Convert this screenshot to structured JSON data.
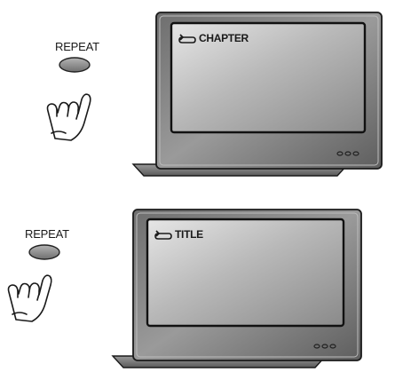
{
  "panels": [
    {
      "button_label": "REPEAT",
      "screen_mode": "CHAPTER",
      "screen_icon": "repeat-arrow-icon"
    },
    {
      "button_label": "REPEAT",
      "screen_mode": "TITLE",
      "screen_icon": "repeat-arrow-icon"
    }
  ],
  "colors": {
    "button": "#8f8f8f",
    "tv_frame": "#8c8c8c",
    "screen": "#bdbdbd"
  }
}
